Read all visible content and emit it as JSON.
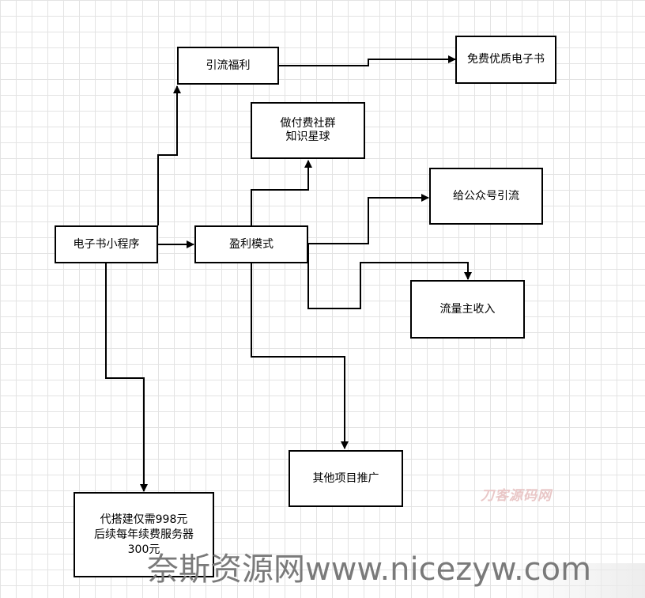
{
  "nodes": {
    "ebook_miniprogram": "电子书小程序",
    "traffic_benefit": "引流福利",
    "free_ebook": "免费优质电子书",
    "paid_community": "做付费社群\n知识星球",
    "profit_model": "盈利模式",
    "wechat_traffic": "给公众号引流",
    "traffic_master_income": "流量主收入",
    "other_projects": "其他项目推广",
    "setup_cost": "代搭建仅需998元\n后续每年续费服务器\n300元"
  },
  "watermarks": {
    "small": "刀客源码网",
    "big": "奈斯资源网www.nicezyw.com"
  }
}
